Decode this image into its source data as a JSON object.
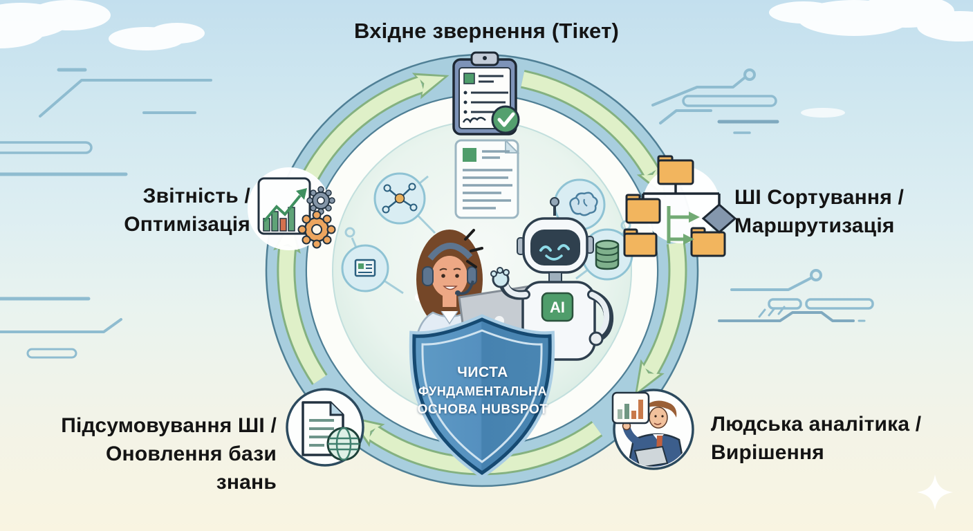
{
  "diagram": {
    "type": "cycle-flow",
    "direction": "clockwise",
    "stages": [
      {
        "id": "incoming-ticket",
        "position": "top",
        "icon": "clipboard-check-icon",
        "lines": [
          "Вхідне звернення (Тікет)"
        ]
      },
      {
        "id": "ai-sorting-routing",
        "position": "right",
        "icon": "folder-routing-icon",
        "lines": [
          "ШІ Сортування /",
          "Маршрутизація"
        ]
      },
      {
        "id": "human-analysis-resolution",
        "position": "bottom-right",
        "icon": "analyst-person-icon",
        "lines": [
          "Людська аналітика /",
          "Вирішення"
        ]
      },
      {
        "id": "ai-summary-kb-update",
        "position": "bottom-left",
        "icon": "document-globe-icon",
        "lines": [
          "Підсумовування ШІ /",
          "Оновлення бази",
          "знань"
        ]
      },
      {
        "id": "reporting-optimization",
        "position": "left",
        "icon": "chart-gears-icon",
        "lines": [
          "Звітність /",
          "Оптимізація"
        ]
      }
    ]
  },
  "shield": {
    "lines": [
      "ЧИСТА",
      "ФУНДАМЕНТАЛЬНА",
      "ОСНОВА HUBSPOT"
    ]
  },
  "center": {
    "scene": "support-agent-talking-with-ai-robot-at-laptop",
    "robot_badge": "AI"
  },
  "colors": {
    "background_top": "#c3dfee",
    "background_bottom": "#f9f4e1",
    "ring_band": "#a8cede",
    "ring_edge": "#4f7f95",
    "arrow_fill": "#dff0c8",
    "arrow_outline": "#84b180",
    "shield_fill": "#4e8ab8",
    "shield_border": "#164a72",
    "label_text": "#141414",
    "accent_green": "#4f9d6b",
    "folder_orange": "#f2b55e",
    "gear_orange": "#eda55e",
    "circuit_line": "#8fbcd0"
  }
}
